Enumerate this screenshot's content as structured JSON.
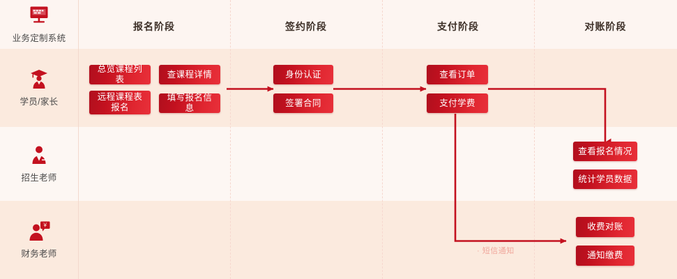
{
  "system": {
    "logo_icon": "monitor-icon",
    "title": "业务定制系统"
  },
  "stages": [
    {
      "id": "signup",
      "label": "报名阶段"
    },
    {
      "id": "sign",
      "label": "签约阶段"
    },
    {
      "id": "pay",
      "label": "支付阶段"
    },
    {
      "id": "reconcile",
      "label": "对账阶段"
    }
  ],
  "roles": [
    {
      "id": "student",
      "label": "学员/家长",
      "icon": "graduate-student-icon"
    },
    {
      "id": "recruiter",
      "label": "招生老师",
      "icon": "teacher-icon"
    },
    {
      "id": "finance",
      "label": "财务老师",
      "icon": "finance-teacher-icon"
    }
  ],
  "tasks": {
    "student": [
      {
        "label": "总览课程列表",
        "stage": "signup"
      },
      {
        "label": "查课程详情",
        "stage": "signup"
      },
      {
        "label": "远程课程表\n报名",
        "stage": "signup"
      },
      {
        "label": "填写报名信息",
        "stage": "signup"
      },
      {
        "label": "身份认证",
        "stage": "sign"
      },
      {
        "label": "签署合同",
        "stage": "sign"
      },
      {
        "label": "查看订单",
        "stage": "pay"
      },
      {
        "label": "支付学费",
        "stage": "pay"
      }
    ],
    "recruiter": [
      {
        "label": "查看报名情况",
        "stage": "reconcile"
      },
      {
        "label": "统计学员数据",
        "stage": "reconcile"
      }
    ],
    "finance": [
      {
        "label": "收费对账",
        "stage": "reconcile"
      },
      {
        "label": "通知缴费",
        "stage": "reconcile"
      }
    ]
  },
  "annotations": [
    {
      "id": "sms",
      "label": "· 短信通知"
    }
  ],
  "button_labels": {
    "t0": "总览课程列表",
    "t1": "查课程详情",
    "t2a": "远程课程表",
    "t2b": "报名",
    "t3": "填写报名信息",
    "t4": "身份认证",
    "t5": "签署合同",
    "t6": "查看订单",
    "t7": "支付学费",
    "r0": "查看报名情况",
    "r1": "统计学员数据",
    "f0": "收费对账",
    "f1": "通知缴费"
  },
  "colors": {
    "brand_red": "#c3111f",
    "brand_red_light": "#e8303a",
    "band_light": "#fdf7f3",
    "band_peach": "#fbeade",
    "divider": "#f6d7ce",
    "annotation": "#f0a79c"
  }
}
